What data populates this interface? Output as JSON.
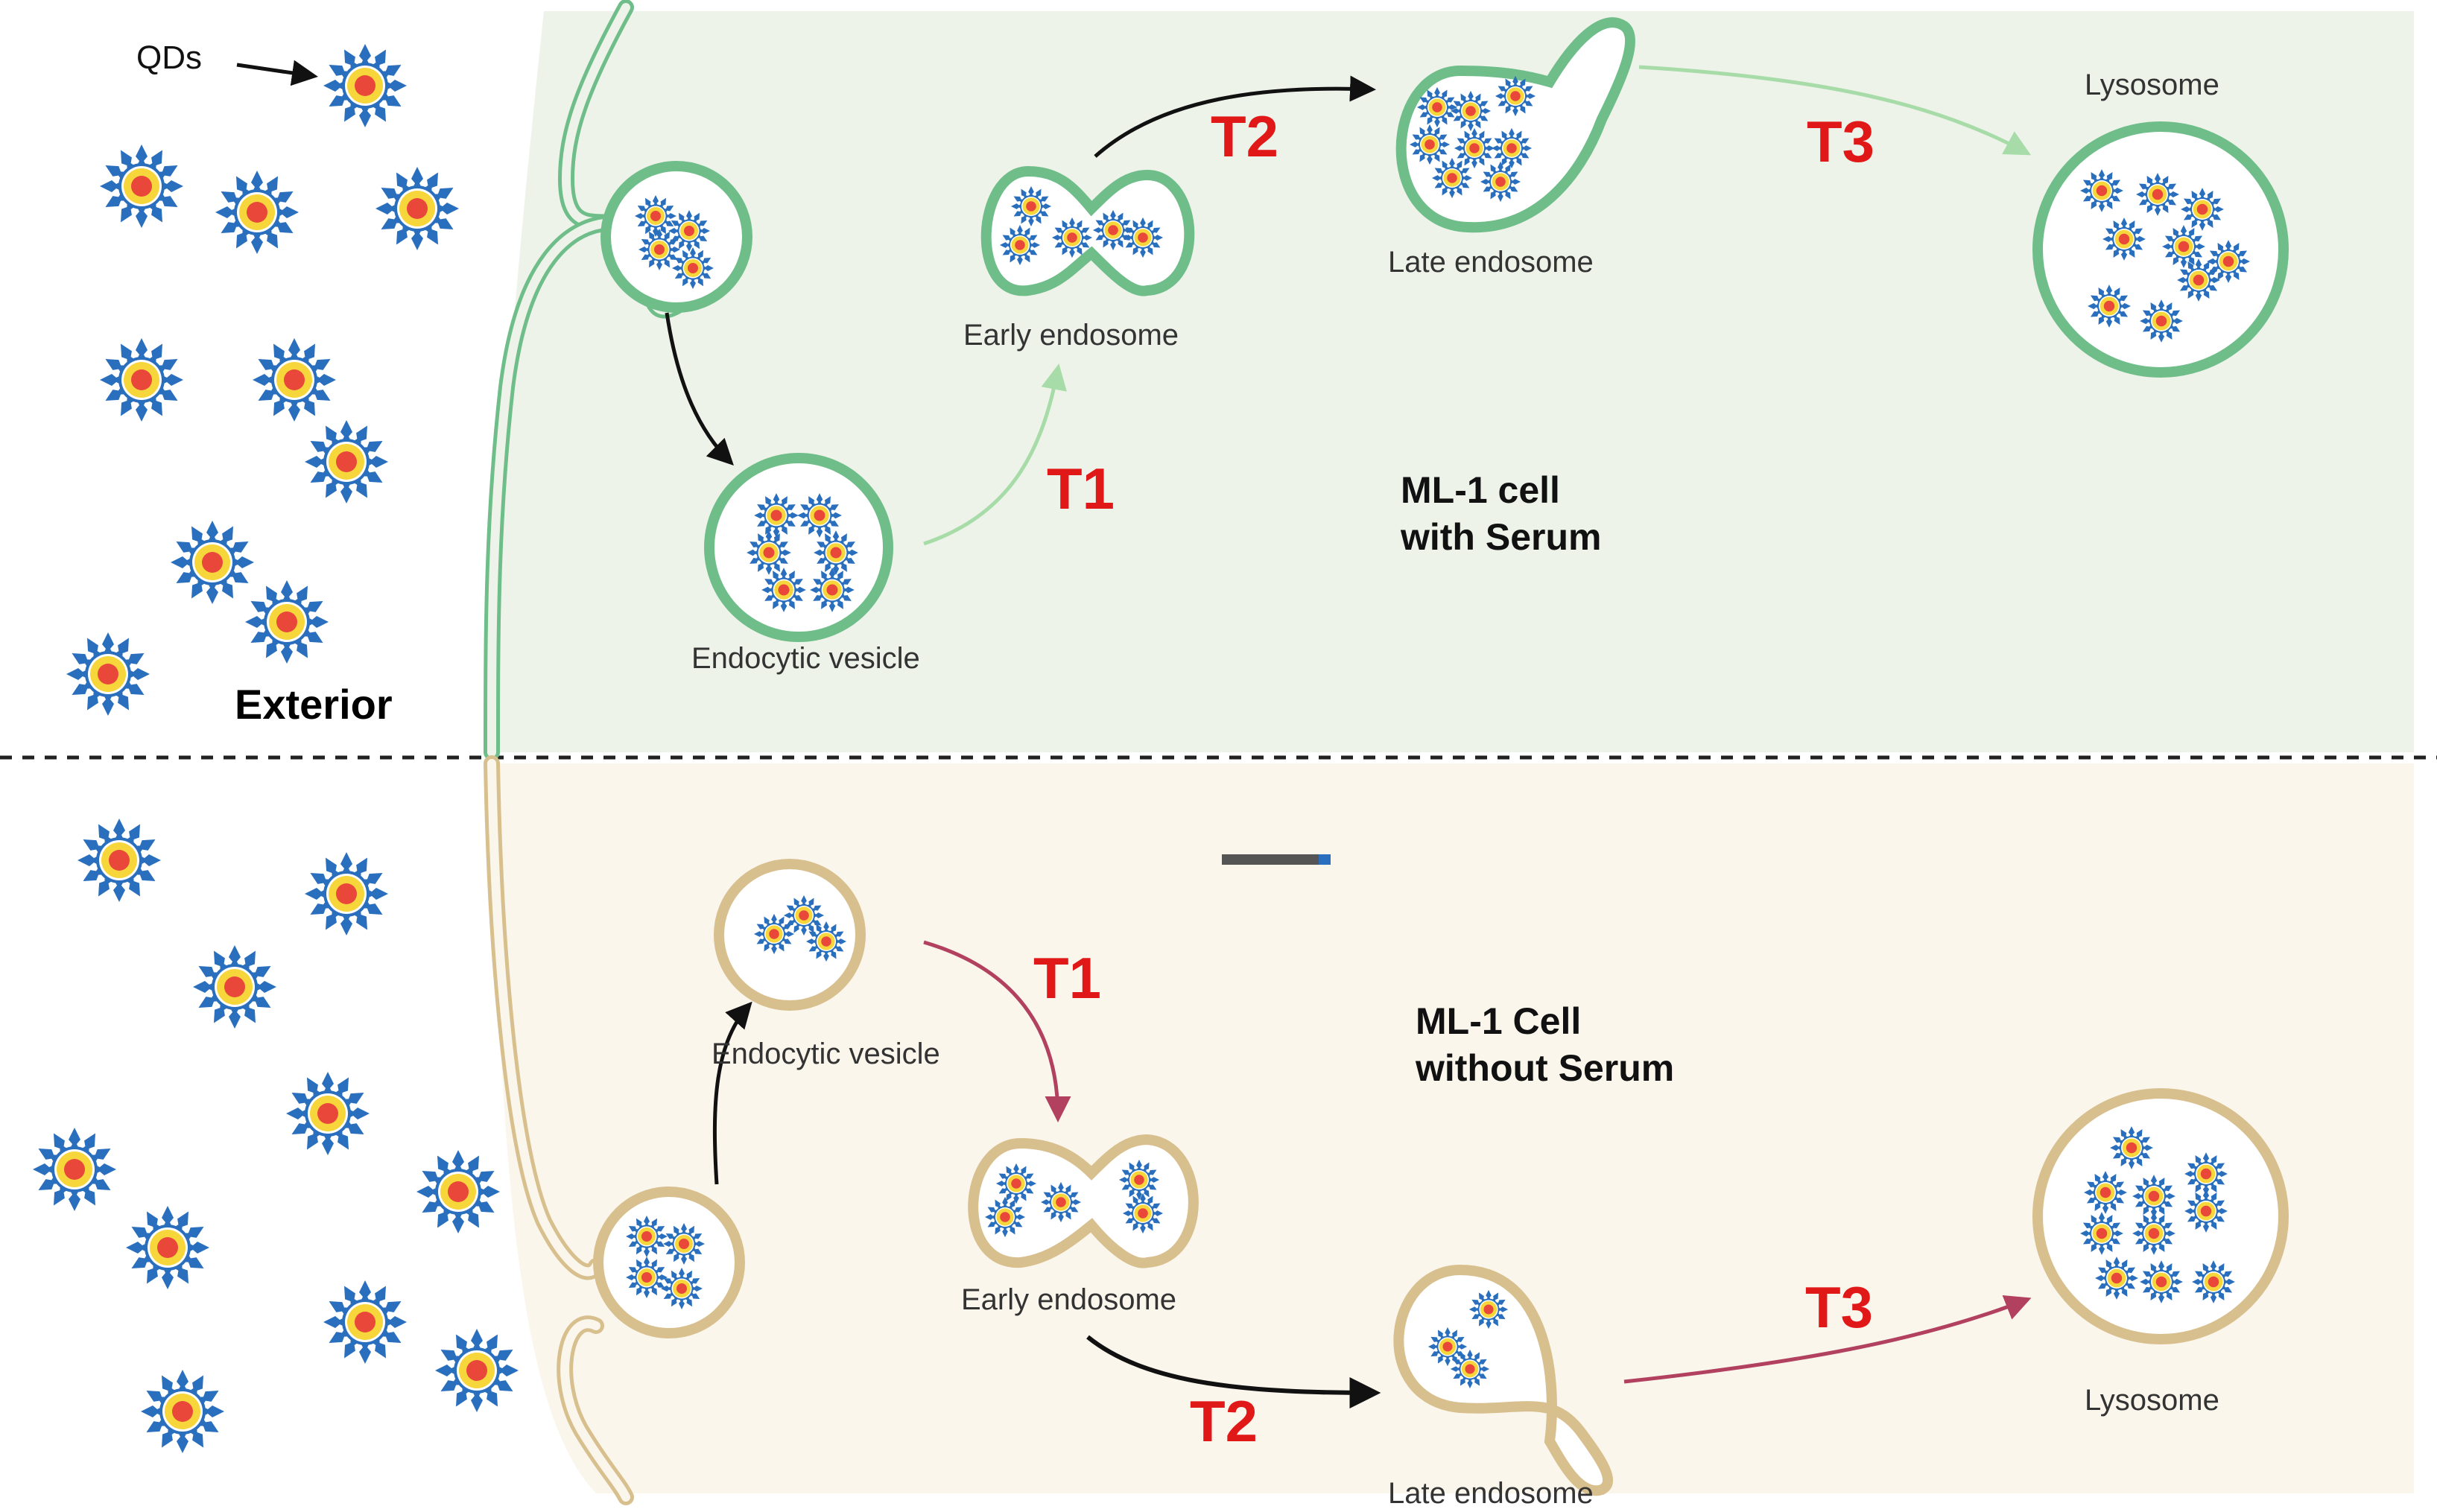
{
  "labels": {
    "qds": "QDs",
    "exterior": "Exterior",
    "top_cell_line1": "ML-1 cell",
    "top_cell_line2": "with Serum",
    "bottom_cell_line1": "ML-1 Cell",
    "bottom_cell_line2": "without Serum",
    "endocytic_vesicle": "Endocytic vesicle",
    "early_endosome": "Early endosome",
    "late_endosome": "Late endosome",
    "lysosome": "Lysosome",
    "t1": "T1",
    "t2": "T2",
    "t3": "T3"
  },
  "colors": {
    "top_panel_bg": "#eef3ea",
    "bottom_panel_bg": "#fbf6ec",
    "top_membrane": "#6fbe8a",
    "bottom_membrane": "#d8bf8e",
    "step_label": "#e01818",
    "qd_spike": "#2a6fbd",
    "qd_ring": "#f6d63a",
    "qd_core": "#e8473a",
    "arrow_dark": "#111111",
    "arrow_top_light": "#a7dca8",
    "arrow_bottom_pink": "#b2405f"
  }
}
